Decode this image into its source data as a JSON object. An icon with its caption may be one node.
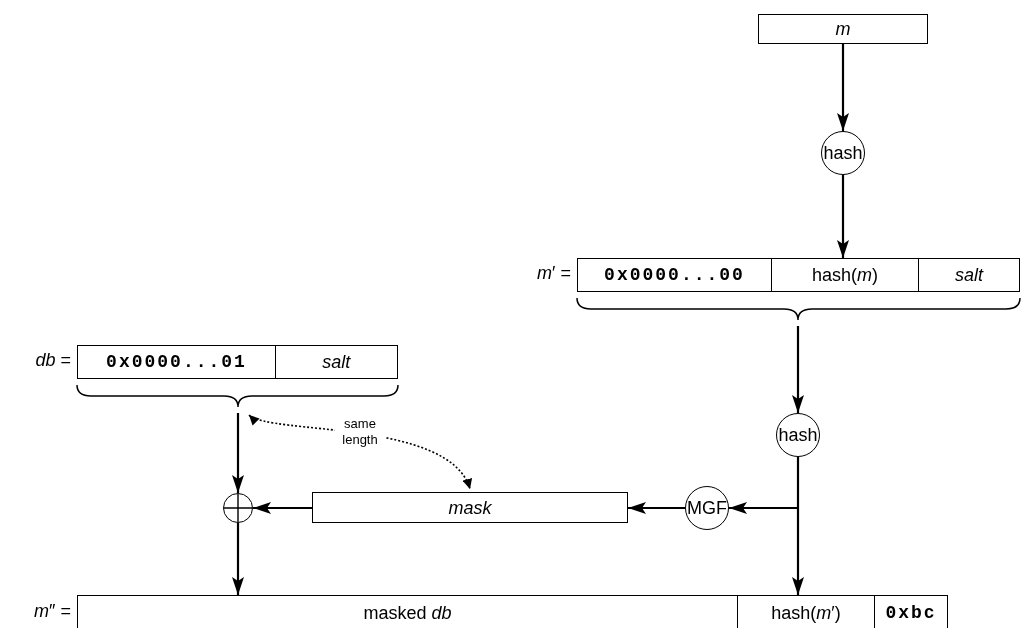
{
  "diagram": {
    "nodes": [
      {
        "text": [
          "m"
        ]
      },
      {
        "text": [
          "hash"
        ]
      },
      {
        "text": [],
        "shape": "box",
        "beside": [
          "*m*′ ="
        ]
      },
      {
        "text": [
          "0x0000...00"
        ],
        "in": 2
      },
      {
        "text": [
          "hash(*m*)"
        ],
        "in": 2
      },
      {
        "text": [
          "salt"
        ],
        "in": 2
      },
      {
        "text": [
          "hash"
        ]
      },
      {
        "text": [],
        "shape": "box",
        "beside": [
          "*db* ="
        ]
      },
      {
        "text": [
          "0x0000...01"
        ],
        "in": 7
      },
      {
        "text": [
          "salt"
        ],
        "in": 7
      },
      {
        "text": [],
        "shape": "circle"
      },
      {
        "text": [
          "mask"
        ]
      },
      {
        "text": [
          "MGF"
        ]
      },
      {
        "text": [],
        "shape": "box",
        "beside": [
          "*m*″ ="
        ]
      },
      {
        "text": [
          "masked *db*"
        ],
        "in": 13
      },
      {
        "text": [
          "hash(*m*′)"
        ],
        "in": 13
      },
      {
        "text": [
          "0xbc"
        ],
        "in": 13
      }
    ],
    "edges": [
      {
        "from": 0,
        "to": 1,
        "arrow": "to"
      },
      {
        "from": 1,
        "to": 2,
        "arrow": "to"
      },
      {
        "from": 2,
        "to": 6,
        "arrow": "to"
      },
      {
        "from": 6,
        "to": 15,
        "arrow": "to"
      },
      {
        "from": 6,
        "to": 12,
        "arrow": "to"
      },
      {
        "from": 12,
        "to": 11,
        "arrow": "to"
      },
      {
        "from": 11,
        "to": 10,
        "arrow": "to"
      },
      {
        "from": 7,
        "to": 10,
        "arrow": "to"
      },
      {
        "from": 10,
        "to": 14,
        "arrow": "to"
      },
      {
        "from": 7,
        "to": 11,
        "arrow": "both",
        "label": "same length",
        "style": "dashed"
      }
    ]
  }
}
